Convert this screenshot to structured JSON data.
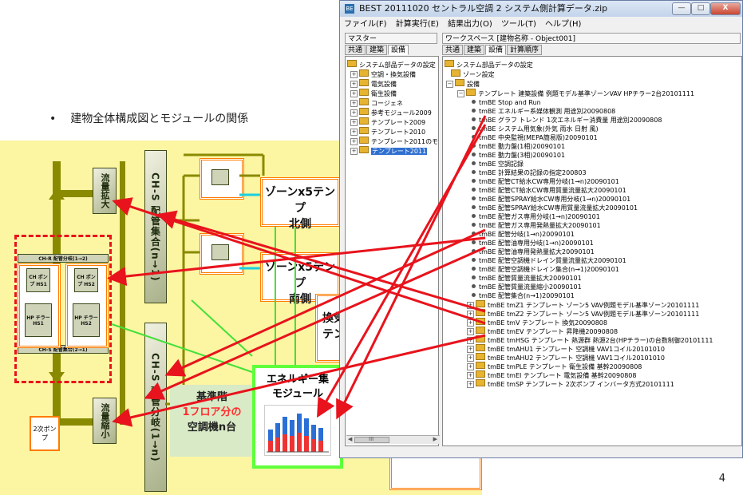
{
  "slide": {
    "bullet_text": "建物全体構成図とモジュールの関係",
    "page_number": "4"
  },
  "diagram": {
    "flow_expand": "流量拡大",
    "flow_reduce": "流量縮小",
    "chs_header_collect": "CH-S 配管集合(n→1)",
    "chs_header_branch": "CH-S 配管分岐(1→n)",
    "chr_header": "CH-R 配管分岐(1→2)",
    "chs_bottom": "CH-S 配管集合(2→1)",
    "ch_pump_1": "CH ポンプ HS1",
    "ch_pump_2": "CH ポンプ HS2",
    "hp_chiller_1": "HP チラー HS1",
    "hp_chiller_2": "HP チラー HS2",
    "zone_north_title": "ゾーンx5テンプ",
    "zone_north_sub": "北側",
    "zone_south_title": "ゾーンx5テンプ",
    "zone_south_sub": "南側",
    "kijun_line1": "基準階",
    "kijun_line2": "1フロア分の",
    "kijun_line3": "空調機n台",
    "vent_line1": "換気",
    "vent_line2": "テン",
    "energy_line1": "エネルギー集",
    "energy_line2": "モジュール",
    "pump2": "2次ポンプ"
  },
  "window": {
    "title": "BEST 20111020  セントラル空調 2  システム側計算データ.zip",
    "menu": [
      "ファイル(F)",
      "計算実行(E)",
      "結果出力(O)",
      "ツール(T)",
      "ヘルプ(H)"
    ],
    "master_label": "マスター",
    "workspace_label": "ワークスペース  [建物名称 - Object001]",
    "left_tabs": [
      "共通",
      "建築",
      "設備"
    ],
    "right_tabs": [
      "共通",
      "建築",
      "設備",
      "計算順序"
    ],
    "left_tree": [
      "システム部品データの設定",
      "空調・換気設備",
      "電気設備",
      "衛生設備",
      "コージェネ",
      "参考モジュール2009",
      "テンプレート2009",
      "テンプレート2010",
      "テンプレート2011のモジ",
      "テンプレート2011"
    ],
    "right_tree_top": [
      "システム部品データの設定",
      "ゾーン設定",
      "設備",
      "テンプレート 建築設備 例題モデル基準ゾーンVAV  HPチラー2台20101111"
    ],
    "right_tree_items": [
      "tmBE Stop and Run",
      "tmBE エネルギー系媒体観測  用途別20090808",
      "tmBE グラフ トレンド  1次エネルギー消費量  用途別20090808",
      "tmBE システム用気象(外気 雨水 日射 風)",
      "tmBE 中央監視(MEPA簡易版)20090101",
      "tmBE 動力盤(1相)20090101",
      "tmBE 動力盤(3相)20090101",
      "tmBE 空調記録",
      "tmBE 計算結果の記録の指定200803",
      "tmBE 配管CT給水CW専用分岐(1→n)20090101",
      "tmBE 配管CT給水CW専用質量流量拡大20090101",
      "tmBE 配管SPRAY給水CW専用分岐(1→n)20090101",
      "tmBE 配管SPRAY給水CW専用質量流量拡大20090101",
      "tmBE 配管ガス専用分岐(1→n)20090101",
      "tmBE 配管ガス専用発熱量拡大20090101",
      "tmBE 配管分岐(1→n)20090101",
      "tmBE 配管油専用分岐(1→n)20090101",
      "tmBE 配管油専用発熱量拡大20090101",
      "tmBE 配管空調機ドレイン質量流量拡大20090101",
      "tmBE 配管空調機ドレイン集合(n→1)20090101",
      "tmBE 配管質量流量拡大20090101",
      "tmBE 配管質量流量縮小20090101",
      "tmBE 配管集合(n→1)20090101"
    ],
    "right_tree_folders": [
      "tmBE tmZ1 テンプレート ゾーン5  VAV例題モデル基準ゾーン20101111",
      "tmBE tmZ2 テンプレート ゾーン5  VAV例題モデル基準ゾーン20101111",
      "tmBE tmV テンプレート 換気20090808",
      "tmBE tmEV テンプレート 昇降機20090808",
      "tmBE tmHSG テンプレート 熱源群 熱源2台(HPチラー)の台数制御20101111",
      "tmBE tmAHU1 テンプレート 空調機  VAV1コイル20101010",
      "tmBE tmAHU2 テンプレート 空調機  VAV1コイル20101010",
      "tmBE tmPLE テンプレート 衛生設備  基幹20090808",
      "tmBE tmEI テンプレート 電気設備  基幹20090808",
      "tmBE tmSP テンプレート 2次ポンプ  インバータ方式20101111"
    ],
    "scroll_left": "◀",
    "scroll_grip": "III",
    "scroll_right": "▶"
  },
  "colors": {
    "diagram_bg": "#fcf5a2",
    "arrow_red": "#e8131c",
    "pipe_olive": "#8a8a00",
    "accent_orange": "#ff7b00",
    "energy_green": "#5fff3b",
    "tree_select": "#3070d0"
  }
}
